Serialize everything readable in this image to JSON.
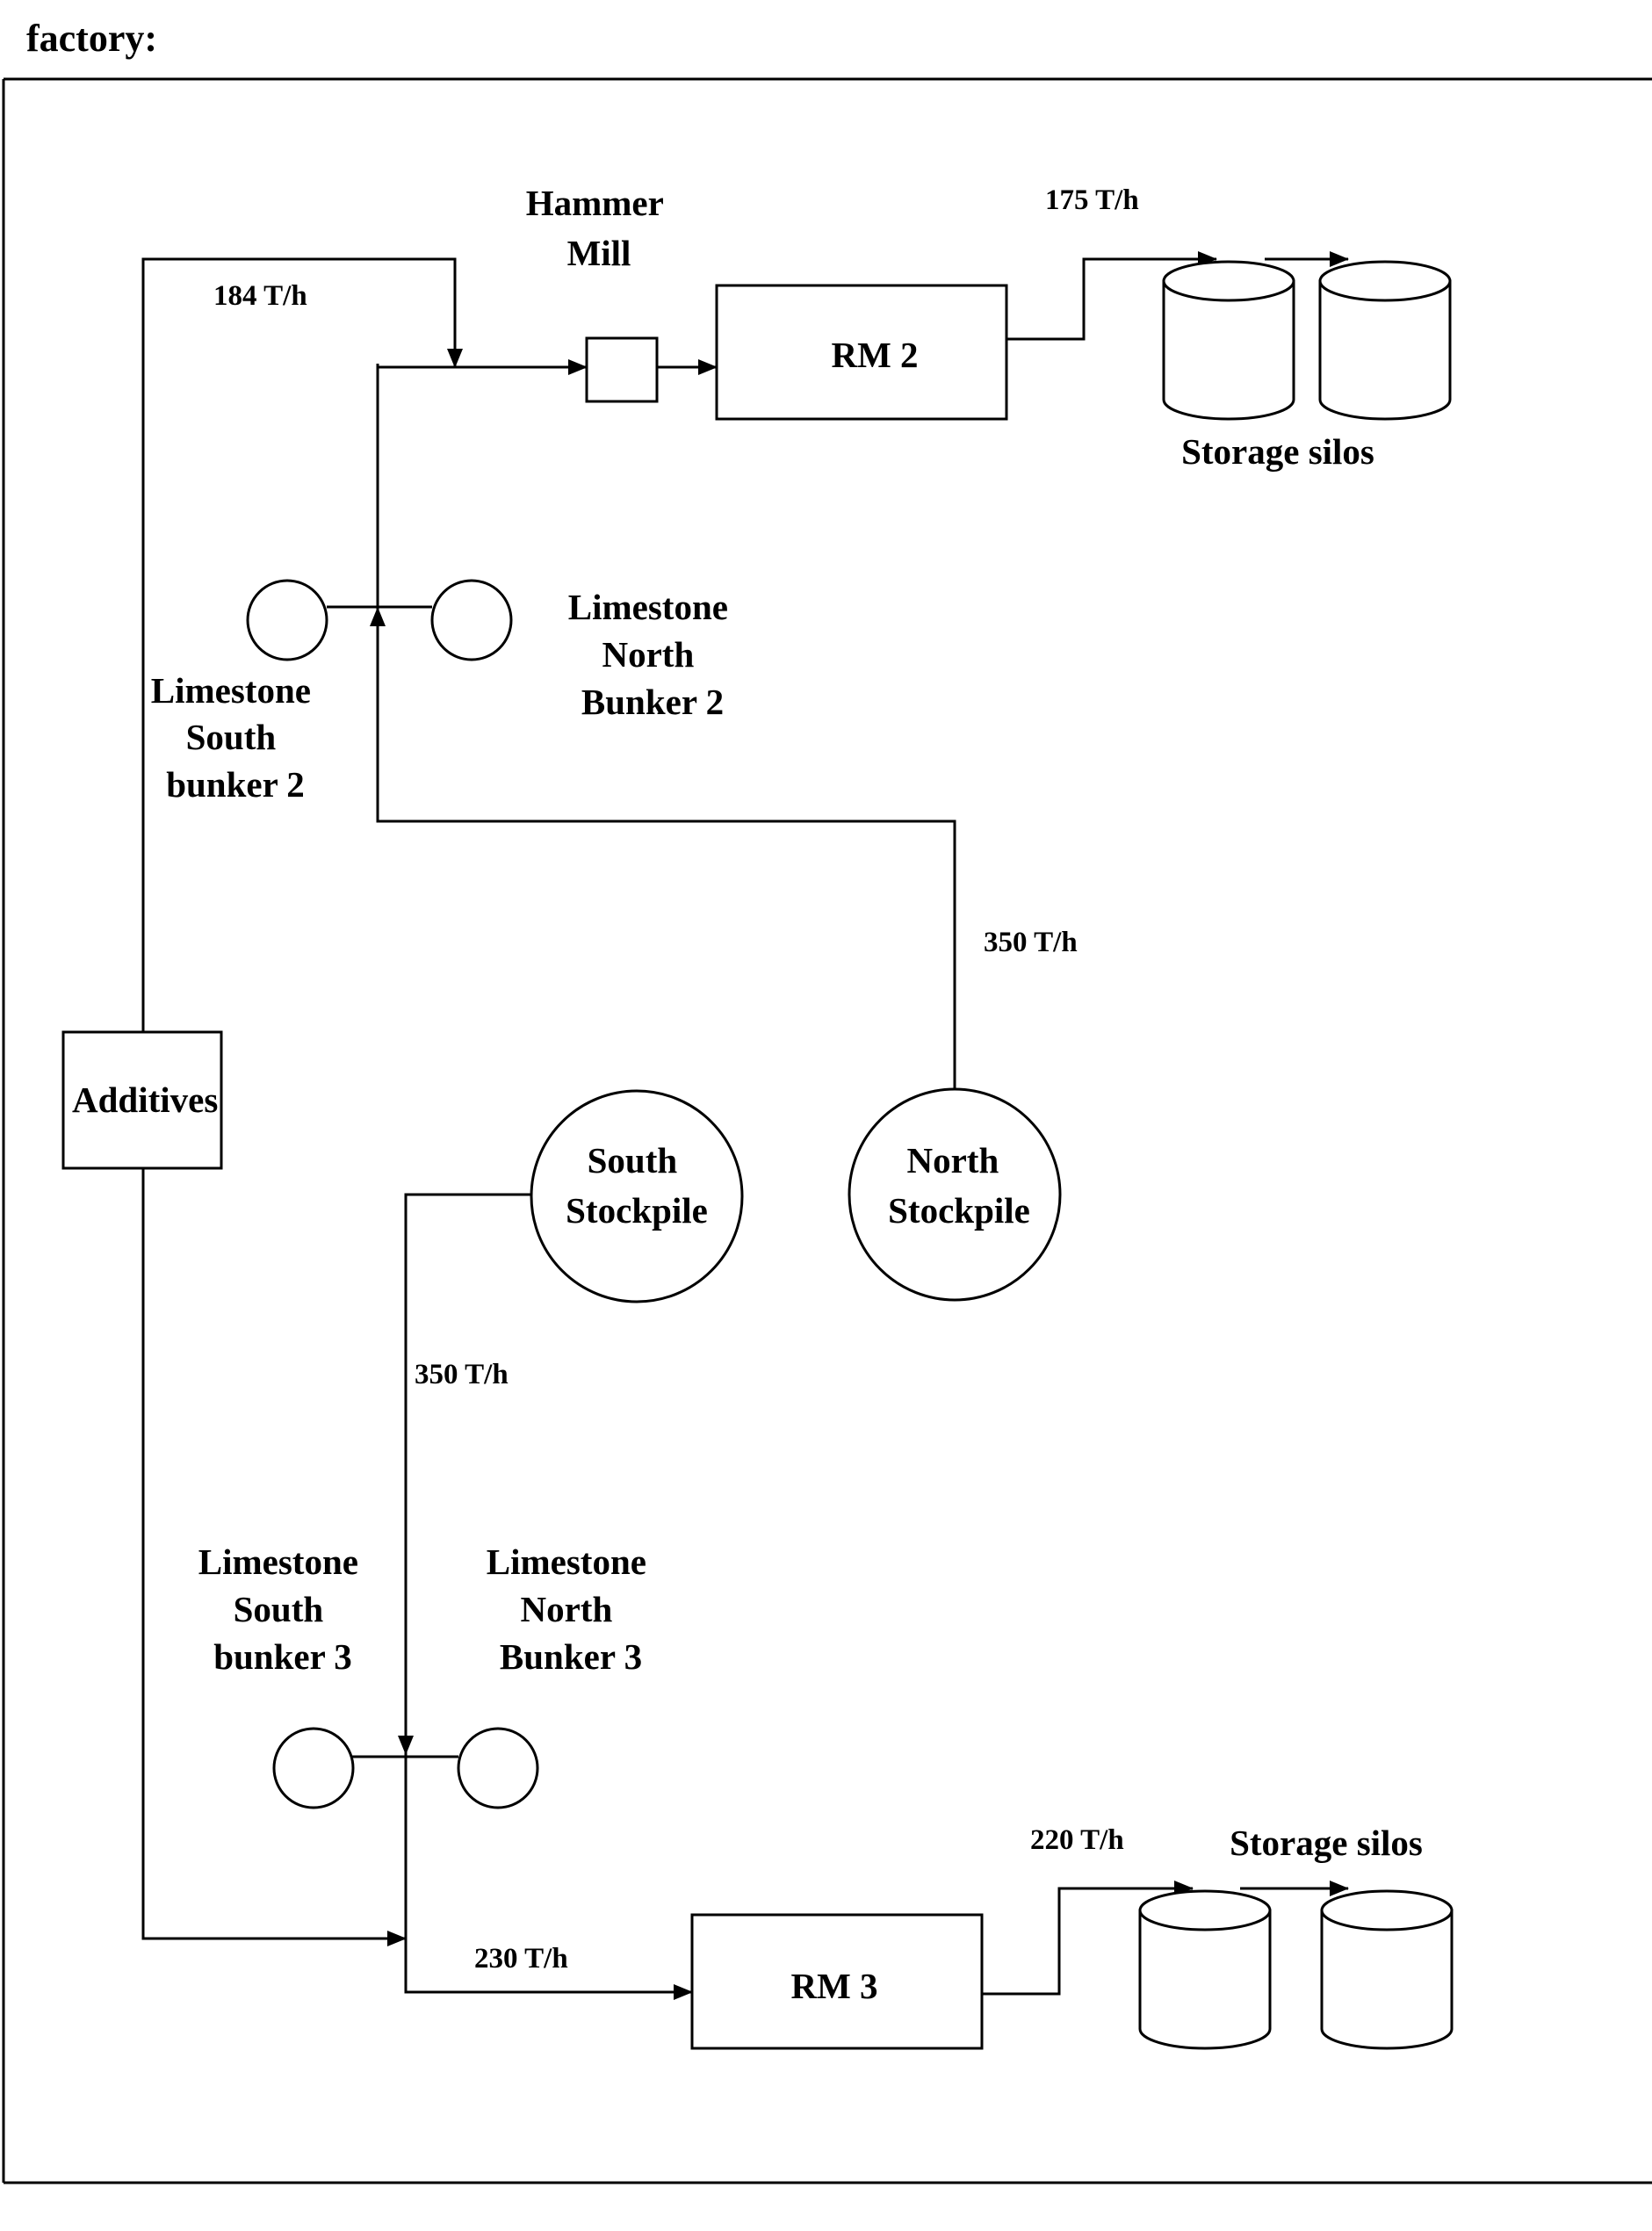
{
  "heading": "factory:",
  "colors": {
    "stroke": "#000000",
    "background": "#ffffff"
  },
  "nodes": {
    "hammer_mill": [
      "Hammer",
      "Mill"
    ],
    "rm2": "RM 2",
    "rm3": "RM 3",
    "storage_silos_top": "Storage silos",
    "storage_silos_bottom": "Storage silos",
    "limestone_north_bunker_2": [
      "Limestone",
      "North",
      "Bunker 2"
    ],
    "limestone_south_bunker_2": [
      "Limestone",
      "South",
      "bunker 2"
    ],
    "additives": "Additives",
    "south_stockpile": [
      "South",
      "Stockpile"
    ],
    "north_stockpile": [
      "North",
      "Stockpile"
    ],
    "limestone_south_bunker_3": [
      "Limestone",
      "South",
      "bunker 3"
    ],
    "limestone_north_bunker_3": [
      "Limestone",
      "North",
      "Bunker 3"
    ]
  },
  "flow_rates": {
    "additives_to_rm2": "184 T/h",
    "rm2_to_silos": "175 T/h",
    "north_stockpile_to_bunkers_2": "350 T/h",
    "south_stockpile_to_bunkers_3": "350 T/h",
    "feed_to_rm3": "230 T/h",
    "rm3_to_silos": "220 T/h"
  }
}
